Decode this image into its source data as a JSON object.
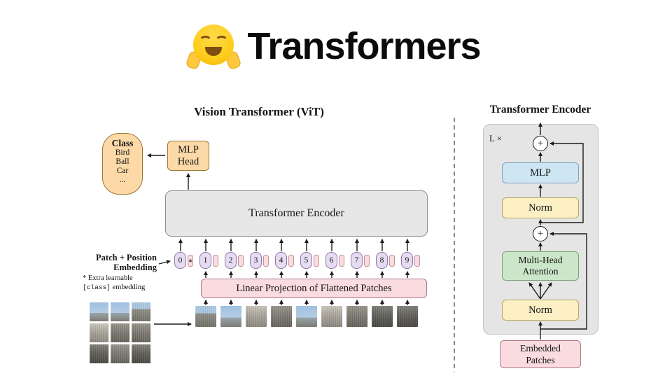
{
  "header": {
    "icon": "hugging-face",
    "title": "Transformers"
  },
  "vit": {
    "title": "Vision Transformer (ViT)",
    "class_bubble": {
      "heading": "Class",
      "items": [
        "Bird",
        "Ball",
        "Car",
        "..."
      ]
    },
    "mlp_head": "MLP\nHead",
    "encoder_box": "Transformer Encoder",
    "patch_position_label": "Patch + Position\nEmbedding",
    "note_line1": "* Extra learnable",
    "note_class": "[class]",
    "note_line2_rest": " embedding",
    "linear_projection": "Linear Projection of Flattened Patches",
    "tokens": [
      "0",
      "1",
      "2",
      "3",
      "4",
      "5",
      "6",
      "7",
      "8",
      "9"
    ],
    "class_token_star": "∗"
  },
  "encoder_detail": {
    "title": "Transformer Encoder",
    "loop_label": "L ×",
    "plus_top": "+",
    "plus_mid": "+",
    "mlp": "MLP",
    "norm_upper": "Norm",
    "multi_head_attention": "Multi-Head\nAttention",
    "norm_lower": "Norm",
    "embedded_patches": "Embedded\nPatches"
  },
  "colors": {
    "orange": "#FCD9A6",
    "pink": "#F9DBE0",
    "lavender": "#E6DCF2",
    "blue": "#CEE5F2",
    "yellow": "#FBEFC3",
    "green": "#CBE6C8",
    "gray": "#E7E7E7"
  }
}
